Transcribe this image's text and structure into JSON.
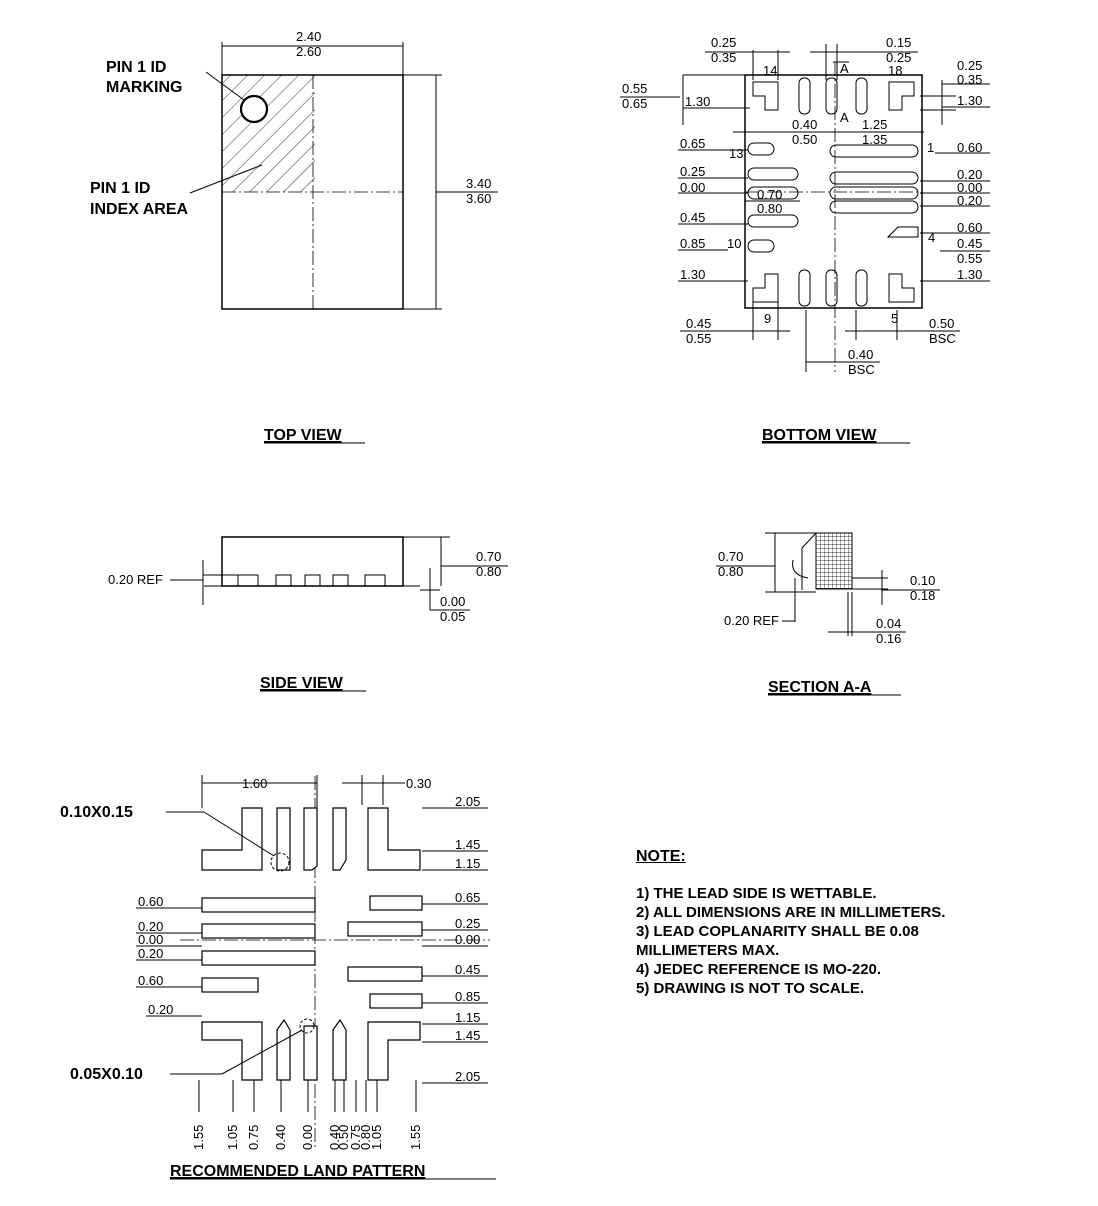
{
  "top_view": {
    "title": "TOP VIEW",
    "width_dim": [
      "2.40",
      "2.60"
    ],
    "height_dim": [
      "3.40",
      "3.60"
    ],
    "pin1_marking": [
      "PIN 1 ID",
      "MARKING"
    ],
    "pin1_index": [
      "PIN 1 ID",
      "INDEX AREA"
    ]
  },
  "bottom_view": {
    "title": "BOTTOM VIEW",
    "dims": {
      "d_025_035": [
        "0.25",
        "0.35"
      ],
      "d_015_025": [
        "0.15",
        "0.25"
      ],
      "d_top_right": [
        "0.25",
        "0.35"
      ],
      "d_055_065": [
        "0.55",
        "0.65"
      ],
      "d_130_a": "1.30",
      "d_130_b": "1.30",
      "d_040_050": [
        "0.40",
        "0.50"
      ],
      "d_125_135": [
        "1.25",
        "1.35"
      ],
      "d_065": "0.65",
      "d_060": "0.60",
      "d_025": "0.25",
      "d_020_a": "0.20",
      "d_000_l": "0.00",
      "d_000_r": "0.00",
      "d_070_080": [
        "0.70",
        "0.80"
      ],
      "d_020_b": "0.20",
      "d_045_l": "0.45",
      "d_060_b": "0.60",
      "d_045_055": [
        "0.45",
        "0.55"
      ],
      "d_085": "0.85",
      "d_130_l": "1.30",
      "d_130_r": "1.30",
      "d_045_055_b": [
        "0.45",
        "0.55"
      ],
      "d_050_bsc": [
        "0.50",
        "BSC"
      ],
      "d_040_bsc": [
        "0.40",
        "BSC"
      ]
    },
    "pins": {
      "p14": "14",
      "p18": "18",
      "p13": "13",
      "p1": "1",
      "p10": "10",
      "p4": "4",
      "p9": "9",
      "p5": "5"
    },
    "section_marks": [
      "A",
      "A"
    ]
  },
  "side_view": {
    "title": "SIDE VIEW",
    "ref": "0.20  REF",
    "height": [
      "0.70",
      "0.80"
    ],
    "standoff": [
      "0.00",
      "0.05"
    ]
  },
  "section_aa": {
    "title": "SECTION A-A",
    "height": [
      "0.70",
      "0.80"
    ],
    "ref": "0.20  REF",
    "d_010_018": [
      "0.10",
      "0.18"
    ],
    "d_004_016": [
      "0.04",
      "0.16"
    ]
  },
  "land_pattern": {
    "title": "RECOMMENDED LAND PATTERN",
    "d_160": "1.60",
    "d_030": "0.30",
    "callout_1": "0.10X0.15",
    "callout_2": "0.05X0.10",
    "right_labels": [
      "2.05",
      "1.45",
      "1.15",
      "0.65",
      "0.25",
      "0.00",
      "0.45",
      "0.85",
      "1.15",
      "1.45",
      "2.05"
    ],
    "left_labels": [
      "0.60",
      "0.20",
      "0.00",
      "0.20",
      "0.60",
      "0.20"
    ],
    "bottom_labels": [
      "1.55",
      "1.05",
      "0.75",
      "0.40",
      "0.00",
      "0.40",
      "0.50",
      "0.75",
      "0.80",
      "1.05",
      "1.55"
    ]
  },
  "notes": {
    "title": "NOTE:",
    "lines": [
      "1) THE LEAD SIDE IS WETTABLE.",
      "2) ALL DIMENSIONS ARE IN MILLIMETERS.",
      "3) LEAD COPLANARITY SHALL BE 0.08",
      "MILLIMETERS MAX.",
      "4) JEDEC REFERENCE IS MO-220.",
      "5) DRAWING IS NOT TO SCALE."
    ]
  }
}
